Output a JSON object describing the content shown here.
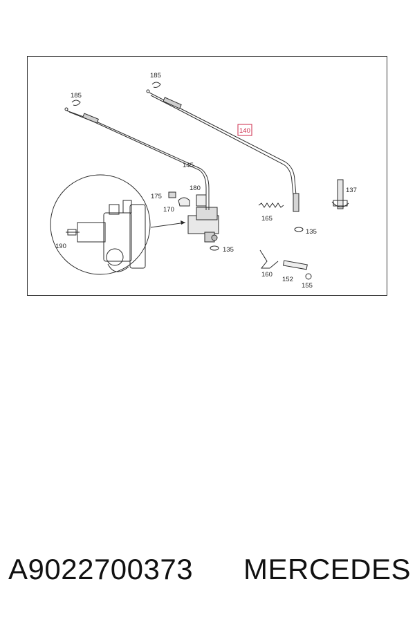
{
  "diagram": {
    "callouts": {
      "c185a": "185",
      "c185b": "185",
      "c140": "140",
      "c145": "145",
      "c137": "137",
      "c175": "175",
      "c180": "180",
      "c170": "170",
      "c165": "165",
      "c135a": "135",
      "c135b": "135",
      "c190": "190",
      "c160": "160",
      "c152": "152",
      "c155": "155"
    },
    "highlight_color": "#cc2a4a"
  },
  "footer": {
    "part_number": "A9022700373",
    "brand": "MERCEDES"
  }
}
